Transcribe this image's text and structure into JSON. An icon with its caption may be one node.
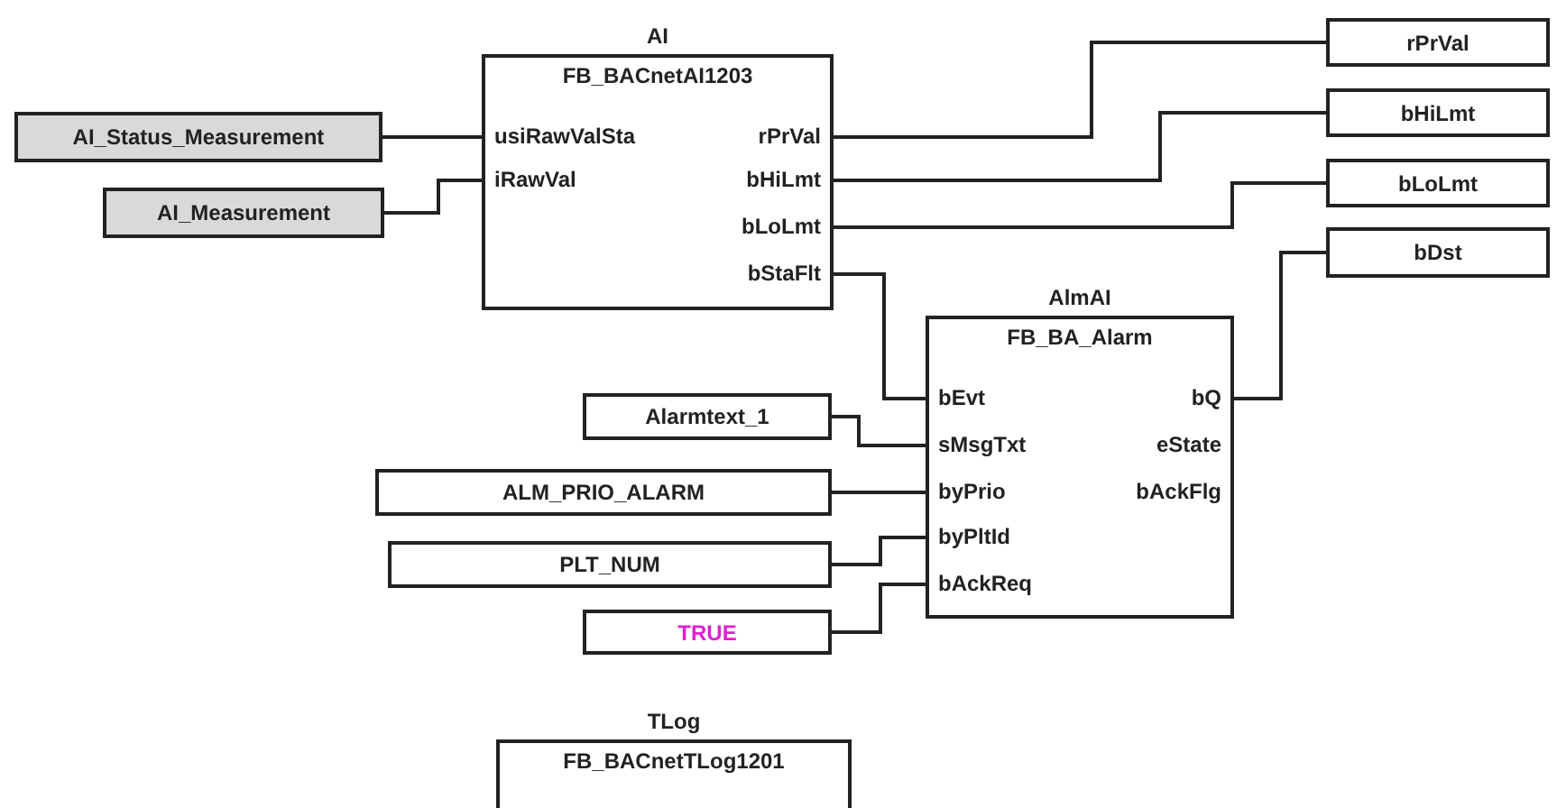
{
  "diagram": {
    "nodes": [
      {
        "text": [
          "AI_Status_Measurement"
        ]
      },
      {
        "text": [
          "AI_Measurement"
        ]
      },
      {
        "text": [
          "AI",
          "FB_BACnetAI1203",
          "usiRawValSta",
          "iRawVal",
          "rPrVal",
          "bHiLmt",
          "bLoLmt",
          "bStaFlt"
        ]
      },
      {
        "text": [
          "rPrVal"
        ]
      },
      {
        "text": [
          "bHiLmt"
        ]
      },
      {
        "text": [
          "bLoLmt"
        ]
      },
      {
        "text": [
          "bDst"
        ]
      },
      {
        "text": [
          "AlmAI",
          "FB_BA_Alarm",
          "bEvt",
          "sMsgTxt",
          "byPrio",
          "byPltId",
          "bAckReq",
          "bQ",
          "eState",
          "bAckFlg"
        ]
      },
      {
        "text": [
          "Alarmtext_1"
        ]
      },
      {
        "text": [
          "ALM_PRIO_ALARM"
        ]
      },
      {
        "text": [
          "PLT_NUM"
        ]
      },
      {
        "text": [
          "TRUE"
        ]
      },
      {
        "text": [
          "TLog",
          "FB_BACnetTLog1201"
        ]
      }
    ],
    "edges": [
      {
        "from": 0,
        "to": 2,
        "arrow": "none"
      },
      {
        "from": 1,
        "to": 2,
        "arrow": "none"
      },
      {
        "from": 2,
        "to": 3,
        "arrow": "none"
      },
      {
        "from": 2,
        "to": 4,
        "arrow": "none"
      },
      {
        "from": 2,
        "to": 5,
        "arrow": "none"
      },
      {
        "from": 2,
        "to": 7,
        "arrow": "none"
      },
      {
        "from": 7,
        "to": 6,
        "arrow": "none"
      },
      {
        "from": 8,
        "to": 7,
        "arrow": "none"
      },
      {
        "from": 9,
        "to": 7,
        "arrow": "none"
      },
      {
        "from": 10,
        "to": 7,
        "arrow": "none"
      },
      {
        "from": 11,
        "to": 7,
        "arrow": "none"
      }
    ]
  }
}
